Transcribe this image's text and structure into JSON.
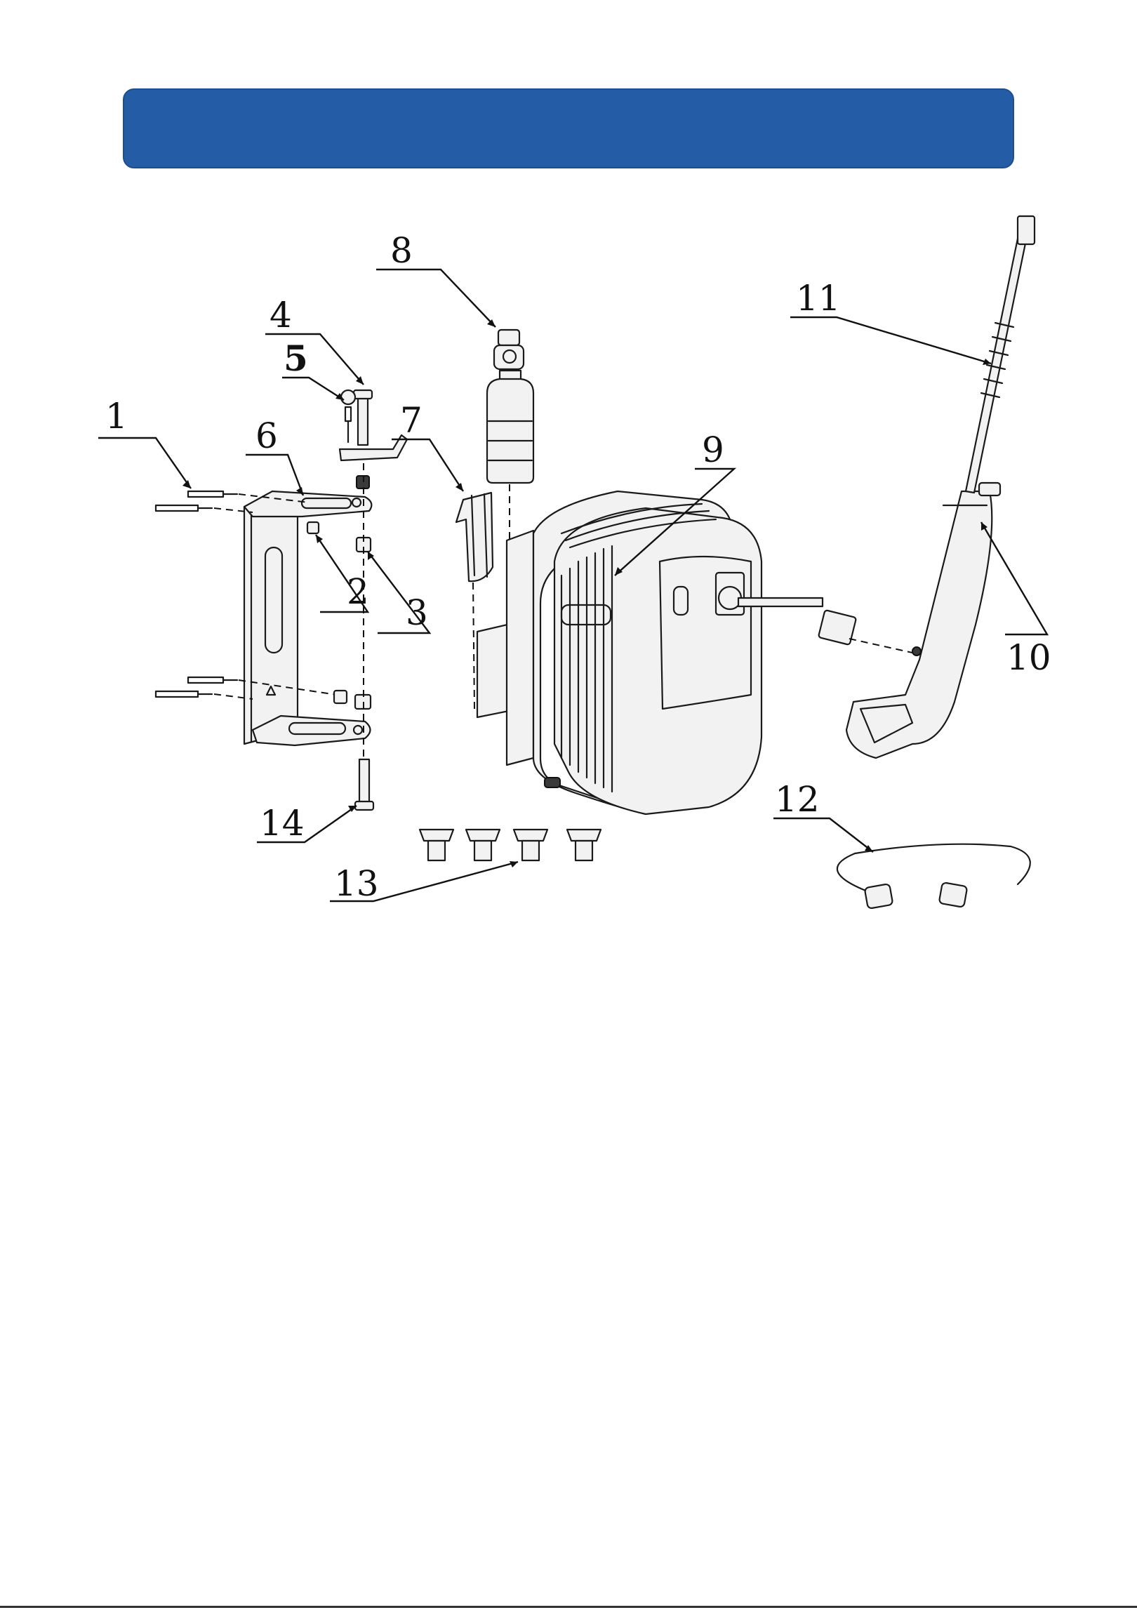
{
  "header": {
    "title": ""
  },
  "callouts": [
    {
      "id": "1",
      "label": "1"
    },
    {
      "id": "2",
      "label": "2"
    },
    {
      "id": "3",
      "label": "3"
    },
    {
      "id": "4",
      "label": "4"
    },
    {
      "id": "5",
      "label": "5"
    },
    {
      "id": "6",
      "label": "6"
    },
    {
      "id": "7",
      "label": "7"
    },
    {
      "id": "8",
      "label": "8"
    },
    {
      "id": "9",
      "label": "9"
    },
    {
      "id": "10",
      "label": "10"
    },
    {
      "id": "11",
      "label": "11"
    },
    {
      "id": "12",
      "label": "12"
    },
    {
      "id": "13",
      "label": "13"
    },
    {
      "id": "14",
      "label": "14"
    }
  ],
  "colors": {
    "banner": "#245da6",
    "ink": "#111111"
  }
}
